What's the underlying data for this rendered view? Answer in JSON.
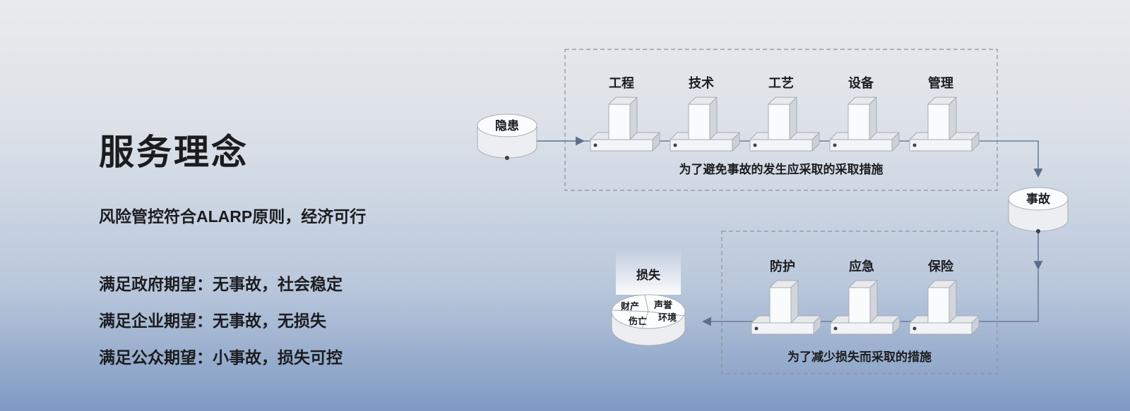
{
  "background": {
    "gradient_top": "#e9eaec",
    "gradient_bottom": "#7f9ac3"
  },
  "left_panel": {
    "title": "服务理念",
    "subtitle": "风险管控符合ALARP原则，经济可行",
    "expectations": [
      "满足政府期望：无事故，社会稳定",
      "满足企业期望：无事故，无损失",
      "满足公众期望：小事故，损失可控"
    ]
  },
  "diagram": {
    "hazard_label": "隐患",
    "accident_label": "事故",
    "loss_label": "损失",
    "prevention_barriers": [
      "工程",
      "技术",
      "工艺",
      "设备",
      "管理"
    ],
    "prevention_caption": "为了避免事故的发生应采取的采取措施",
    "mitigation_barriers": [
      {
        "label": "防护",
        "color": "#1b1c1f"
      },
      {
        "label": "应急",
        "color": "#1b1c1f"
      },
      {
        "label": "保险",
        "color": "#00a13a"
      }
    ],
    "mitigation_caption": "为了减少损失而采取的措施",
    "loss_segments": [
      "财产",
      "声誉",
      "伤亡",
      "环境"
    ],
    "accent_line_color": "#5c6e8c"
  }
}
